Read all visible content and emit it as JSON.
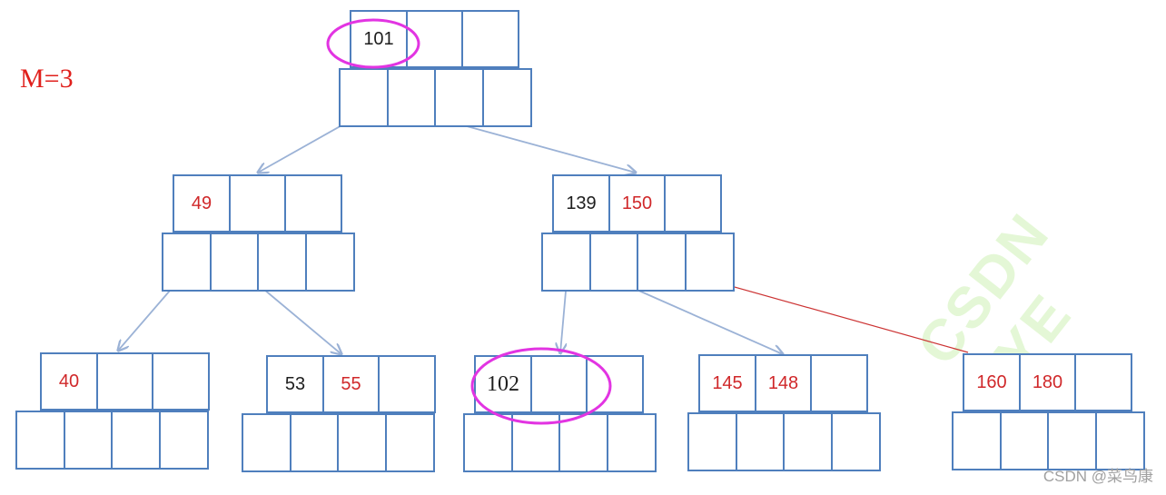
{
  "diagram": {
    "m_label": {
      "text": "M=3",
      "color": "#e0201c"
    },
    "colors": {
      "box_border": "#4f7fbd",
      "edge": "#9bb2d6",
      "edge_highlight": "#cc3333",
      "highlight_circle": "#e234e2",
      "key_black": "#1e1e1e",
      "key_red": "#d0282a"
    },
    "nodes": [
      {
        "id": "root",
        "keys": [
          {
            "text": "101",
            "color": "black"
          },
          {
            "text": "",
            "color": "black"
          },
          {
            "text": "",
            "color": "black"
          }
        ]
      },
      {
        "id": "l1-left",
        "keys": [
          {
            "text": "49",
            "color": "red"
          },
          {
            "text": "",
            "color": "black"
          },
          {
            "text": "",
            "color": "black"
          }
        ]
      },
      {
        "id": "l1-right",
        "keys": [
          {
            "text": "139",
            "color": "black"
          },
          {
            "text": "150",
            "color": "red"
          },
          {
            "text": "",
            "color": "black"
          }
        ]
      },
      {
        "id": "leaf-1",
        "keys": [
          {
            "text": "40",
            "color": "red"
          },
          {
            "text": "",
            "color": "black"
          },
          {
            "text": "",
            "color": "black"
          }
        ]
      },
      {
        "id": "leaf-2",
        "keys": [
          {
            "text": "53",
            "color": "black"
          },
          {
            "text": "55",
            "color": "red"
          },
          {
            "text": "",
            "color": "black"
          }
        ]
      },
      {
        "id": "leaf-3",
        "keys": [
          {
            "text": "102",
            "color": "black",
            "font": "serif"
          },
          {
            "text": "",
            "color": "black"
          },
          {
            "text": "",
            "color": "black"
          }
        ]
      },
      {
        "id": "leaf-4",
        "keys": [
          {
            "text": "145",
            "color": "red"
          },
          {
            "text": "148",
            "color": "red"
          },
          {
            "text": "",
            "color": "black"
          }
        ]
      },
      {
        "id": "leaf-5",
        "keys": [
          {
            "text": "160",
            "color": "red"
          },
          {
            "text": "180",
            "color": "red"
          },
          {
            "text": "",
            "color": "black"
          }
        ]
      }
    ],
    "edges": [
      {
        "from": "root",
        "to": "l1-left"
      },
      {
        "from": "root",
        "to": "l1-right"
      },
      {
        "from": "l1-left",
        "to": "leaf-1"
      },
      {
        "from": "l1-left",
        "to": "leaf-2"
      },
      {
        "from": "l1-right",
        "to": "leaf-3"
      },
      {
        "from": "l1-right",
        "to": "leaf-4"
      },
      {
        "from": "l1-right",
        "to": "leaf-5",
        "style": "highlight"
      }
    ],
    "highlighted_keys": [
      {
        "node": "root",
        "key": "101"
      },
      {
        "node": "leaf-3",
        "key": "102"
      }
    ],
    "watermark": "CSDN @菜鸟康",
    "faint_watermark": "CSDN EYE"
  }
}
